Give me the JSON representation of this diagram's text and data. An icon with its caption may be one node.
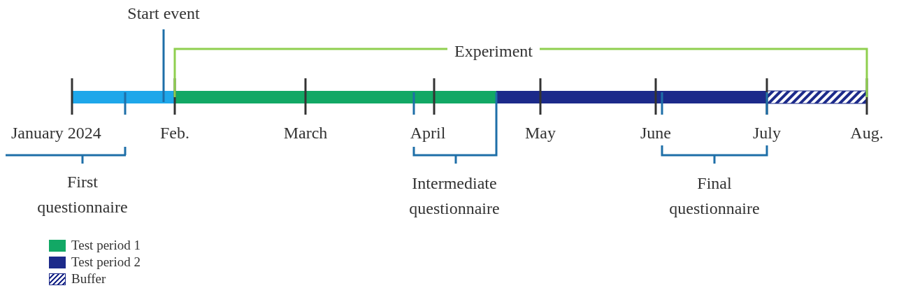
{
  "diagram": {
    "labels": [
      "Start event",
      "Experiment",
      "January 2024",
      "Feb.",
      "March",
      "April",
      "May",
      "June",
      "July",
      "Aug.",
      "First questionnaire",
      "Intermediate questionnaire",
      "Final questionnaire"
    ],
    "legend": [
      {
        "text": "Test period 1",
        "color": "#12a865"
      },
      {
        "text": "Test period 2",
        "color": "#1c2a8a"
      },
      {
        "text": "Buffer"
      }
    ]
  }
}
